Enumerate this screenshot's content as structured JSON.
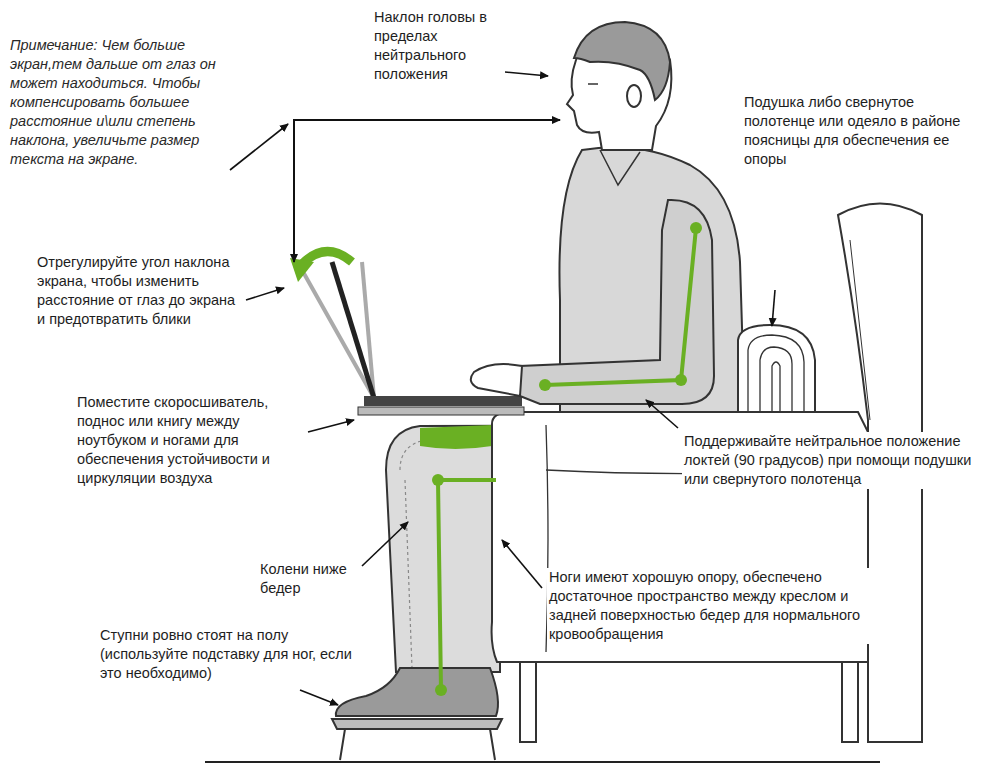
{
  "diagram": {
    "labels": [
      "Наклон головы в пределах нейтрального положения",
      "Примечание: Чем больше экран,тем дальше от глаз он может находиться. Чтобы компенсировать большее расстояние и\\или степень наклона, увеличьте размер текста на экране.",
      "Подушка либо свернутое полотенце или одеяло в районе поясницы для обеспечения ее опоры",
      "Отрегулируйте угол наклона экрана, чтобы изменить расстояние от глаз до экрана и предотвратить блики",
      "Поместите скоросшиватель, поднос или книгу между ноутбуком и ногами для обеспечения устойчивости и циркуляции воздуха",
      "Поддерживайте нейтральное положение локтей (90 градусов) при помощи подушки или свернутого полотенца",
      "Колени ниже бедер",
      "Ноги имеют хорошую опору, обеспечено достаточное пространство между креслом и задней поверхностью бедер для нормального кровообращения",
      "Ступни ровно стоят на полу (используйте подставку для ног, если это необходимо)"
    ]
  }
}
